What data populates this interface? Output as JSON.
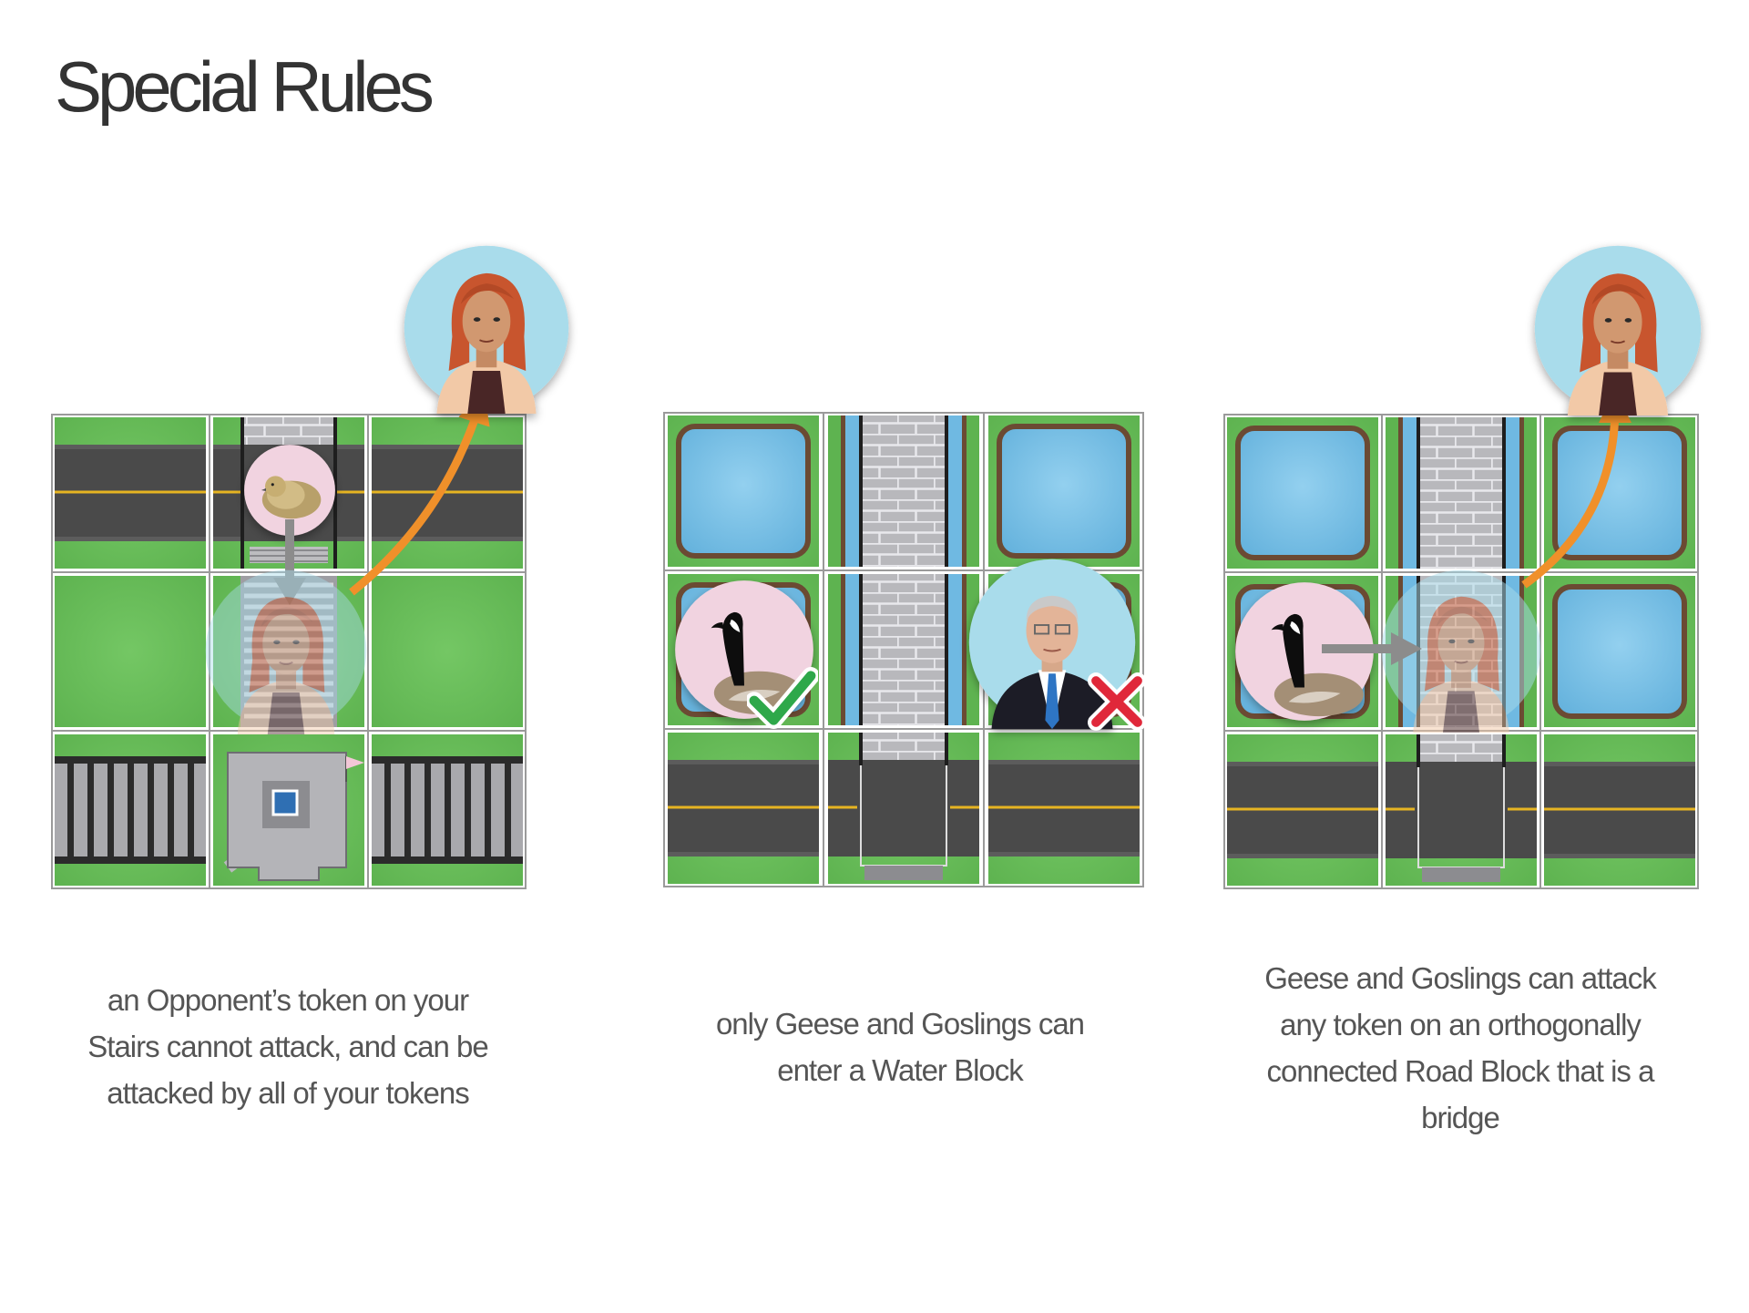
{
  "page": {
    "title": "Special Rules"
  },
  "panels": [
    {
      "id": "stairs-rule",
      "tiles": [
        [
          "road",
          "road-stairs",
          "road"
        ],
        [
          "grass",
          "grass-stairs",
          "grass"
        ],
        [
          "rail",
          "rail-station",
          "rail"
        ]
      ],
      "tokens": [
        "gosling",
        "woman (opponent, faded)",
        "woman"
      ],
      "caption": [
        "an Opponent’s token on your",
        "Stairs cannot attack, and can be",
        "attacked by all of your tokens"
      ]
    },
    {
      "id": "water-rule",
      "tiles": [
        [
          "water",
          "water-bridge",
          "water"
        ],
        [
          "water",
          "water-bridge",
          "water"
        ],
        [
          "road",
          "road-bridge",
          "road"
        ]
      ],
      "tokens": [
        "goose",
        "businessman"
      ],
      "marks": [
        "check-mark",
        "cross-mark"
      ],
      "caption": [
        "only Geese and Goslings can",
        "enter a Water Block"
      ]
    },
    {
      "id": "bridge-rule",
      "tiles": [
        [
          "water",
          "water-bridge",
          "water"
        ],
        [
          "water",
          "water-bridge",
          "water"
        ],
        [
          "road",
          "road-bridge",
          "road"
        ]
      ],
      "tokens": [
        "goose",
        "woman (faded)",
        "woman"
      ],
      "caption": [
        "Geese and Goslings can attack",
        "any token on an orthogonally",
        "connected Road Block that is a",
        "bridge"
      ]
    }
  ],
  "colors": {
    "grass": "#6bbf5b",
    "road": "#4a4a4a",
    "road_line": "#e6b422",
    "water": "#7ec3e6",
    "brick": "#b8b8bc",
    "arrow_orange": "#f0902a",
    "arrow_gray": "#8c8c8c",
    "token_blue": "#a9dceb",
    "token_pink": "#f1d3e0",
    "check_green": "#2ea84a",
    "cross_red": "#e0283a",
    "text": "#555555"
  }
}
